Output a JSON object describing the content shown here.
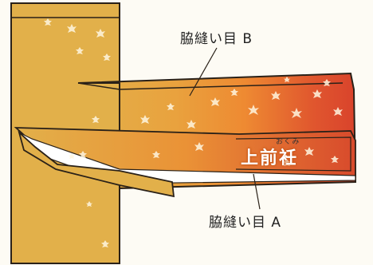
{
  "diagram": {
    "label_side_seam_b": "脇縫い目 B",
    "label_side_seam_a": "脇縫い目 A",
    "label_front_panel": "上前衽",
    "label_front_panel_reading": "おくみ"
  },
  "colors": {
    "fabric_gold": "#e2b04a",
    "gradient_orange": "#ee8a32",
    "gradient_red": "#d9432c",
    "outline": "#2a2118",
    "leaf_pattern": "#fff6e0",
    "background": "#fdfbf4"
  }
}
